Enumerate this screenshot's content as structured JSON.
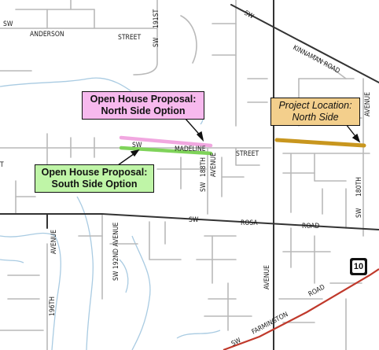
{
  "colors": {
    "background": "#ffffff",
    "local_street": "#b9b9b9",
    "major_road": "#333333",
    "stream": "#a9cbe2",
    "farmington_road": "#c0392b",
    "north_option": "#f1a7e0",
    "south_option": "#7fd35a",
    "project_location": "#c8961e",
    "callout_north_fill": "#f7b9ee",
    "callout_south_fill": "#bff5a7",
    "callout_project_fill": "#f3cf8c"
  },
  "callouts": {
    "north": {
      "line1": "Open House Proposal:",
      "line2": "North Side Option"
    },
    "south": {
      "line1": "Open House Proposal:",
      "line2": "South Side Option"
    },
    "project": {
      "line1": "Project Location:",
      "line2": "North Side"
    }
  },
  "route_shield": {
    "number": "10"
  },
  "labels": {
    "sw_anderson_sw": "SW",
    "sw_anderson_name": "ANDERSON",
    "sw_anderson_street": "STREET",
    "sw_191st_sw": "SW",
    "sw_191st_name": "191ST",
    "sw_top": "SW",
    "kinnaman_road": "KINNAMAN ROAD",
    "avenue_right_top": "AVENUE",
    "madeline_sw": "SW",
    "madeline_name": "MADELINE",
    "madeline_street": "STREET",
    "ave_188th_sw": "SW",
    "ave_188th_name": "188TH",
    "ave_188th_avenue": "AVENUE",
    "ave_180th_sw": "SW",
    "ave_180th_name": "180TH",
    "rosa_sw": "SW",
    "rosa_name": "ROSA",
    "rosa_road": "ROAD",
    "avenue_left": "AVENUE",
    "ave_192nd": "SW 192ND AVENUE",
    "ave_196th": "196TH",
    "avenue_center": "AVENUE",
    "farmington_sw": "SW",
    "farmington_name": "FARMINGTON",
    "farmington_road": "ROAD",
    "edge_letter": "T"
  }
}
